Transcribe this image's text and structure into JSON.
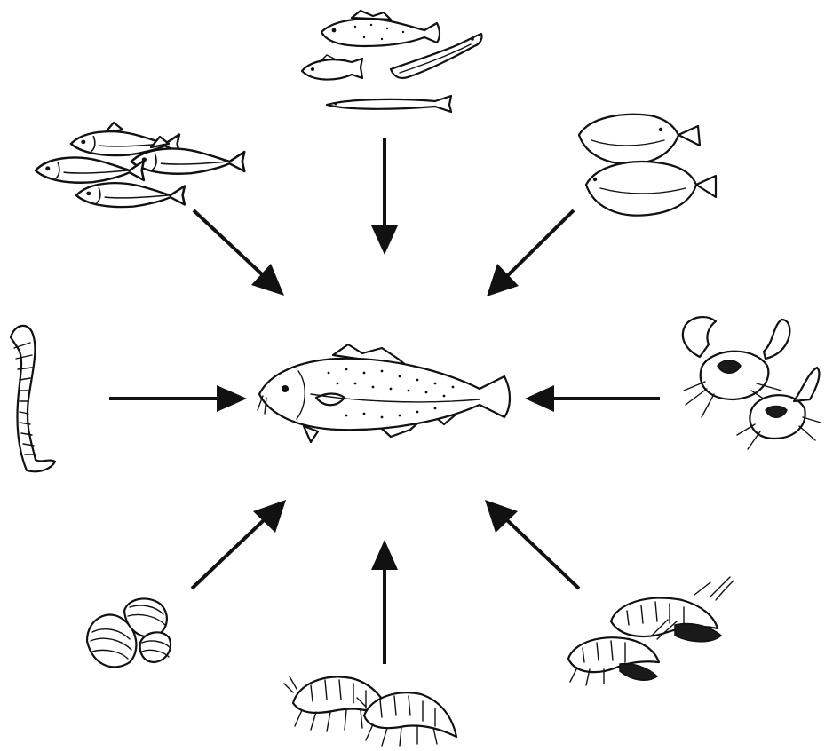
{
  "diagram": {
    "center": {
      "icon": "cod-fish-icon"
    },
    "prey": [
      {
        "id": "herring",
        "icon": "herring-school-icon"
      },
      {
        "id": "mixed-fish",
        "icon": "mixed-fish-icon"
      },
      {
        "id": "flatfish",
        "icon": "flatfish-icon"
      },
      {
        "id": "worm",
        "icon": "polychaete-worm-icon"
      },
      {
        "id": "crabs",
        "icon": "crab-icon"
      },
      {
        "id": "clams",
        "icon": "clam-icon"
      },
      {
        "id": "amphipods",
        "icon": "amphipod-icon"
      },
      {
        "id": "shrimp",
        "icon": "shrimp-icon"
      }
    ],
    "colors": {
      "ink": "#111111",
      "background": "#ffffff"
    }
  }
}
